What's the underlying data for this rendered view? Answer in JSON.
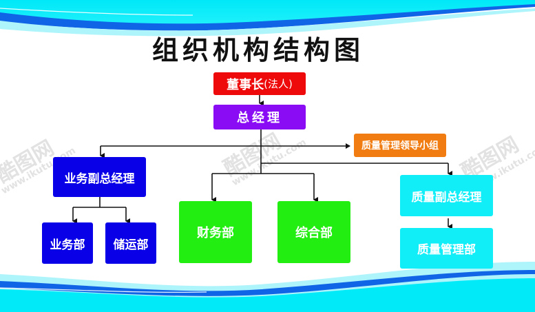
{
  "title": "组织机构结构图",
  "colors": {
    "chairman": "#ee0a0a",
    "general_manager": "#8a0cf5",
    "quality_group": "#f07c12",
    "business_branch": "#0a00e8",
    "finance_admin": "#22ee11",
    "quality_branch": "#11eef8",
    "wave_dark": "#1060e0",
    "wave_light": "#00eefa"
  },
  "nodes": {
    "chairman": {
      "label": "董事长",
      "suffix": "(法人)"
    },
    "general_manager": {
      "label": "总经理"
    },
    "quality_group": {
      "label": "质量管理领导小组"
    },
    "business_vp": {
      "label": "业务副总经理"
    },
    "business_dept": {
      "label": "业务部"
    },
    "storage_dept": {
      "label": "储运部"
    },
    "finance_dept": {
      "label": "财务部"
    },
    "admin_dept": {
      "label": "综合部"
    },
    "quality_vp": {
      "label": "质量副总经理"
    },
    "quality_dept": {
      "label": "质量管理部"
    }
  },
  "watermark": {
    "brand": "酷图网",
    "url": "www.ikutu.com"
  }
}
